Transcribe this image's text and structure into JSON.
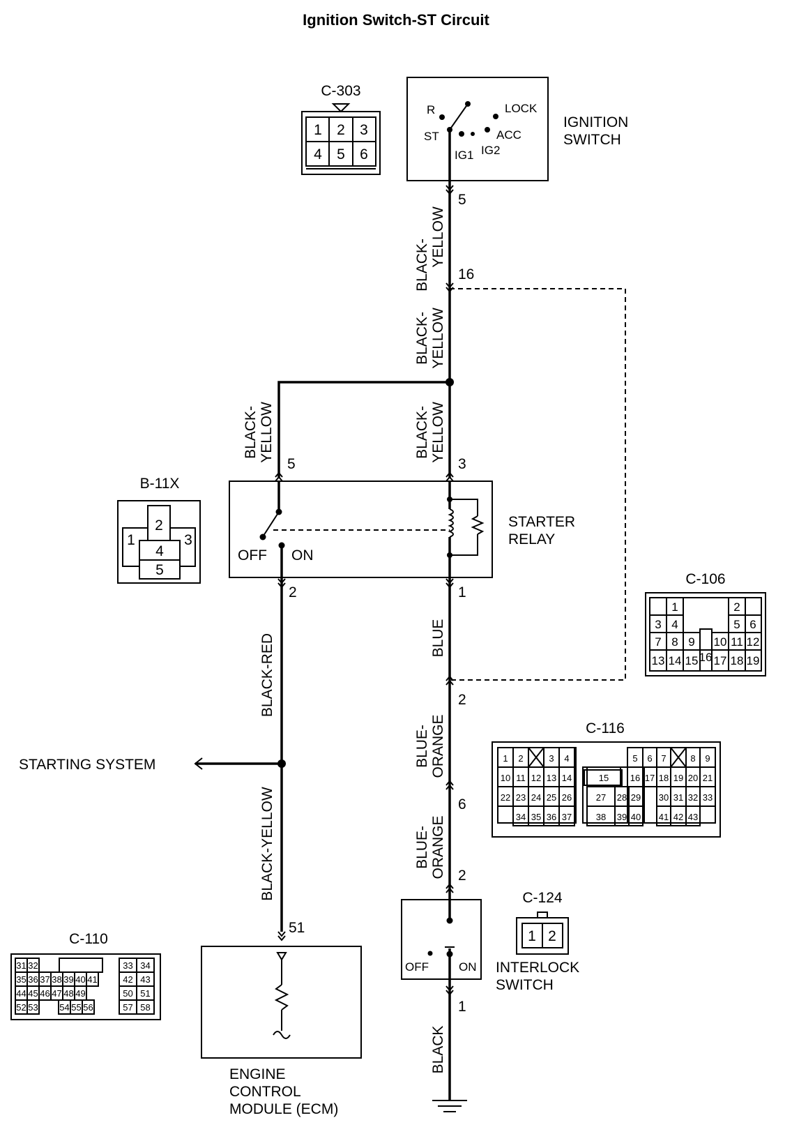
{
  "title": "Ignition Switch-ST Circuit",
  "components": {
    "ignition_switch": {
      "name_line1": "IGNITION",
      "name_line2": "SWITCH",
      "positions": [
        "R",
        "LOCK",
        "ST",
        "ACC",
        "IG1",
        "IG2"
      ]
    },
    "starter_relay": {
      "name_line1": "STARTER",
      "name_line2": "RELAY",
      "off": "OFF",
      "on": "ON"
    },
    "interlock_switch": {
      "name_line1": "INTERLOCK",
      "name_line2": "SWITCH",
      "off": "OFF",
      "on": "ON"
    },
    "ecm": {
      "name_line1": "ENGINE",
      "name_line2": "CONTROL",
      "name_line3": "MODULE (ECM)"
    },
    "starting_system": "STARTING SYSTEM"
  },
  "wires": {
    "w1_line1": "BLACK-",
    "w1_line2": "YELLOW",
    "w2_line1": "BLACK-",
    "w2_line2": "YELLOW",
    "w3_line1": "BLACK-",
    "w3_line2": "YELLOW",
    "w4_line1": "BLACK-",
    "w4_line2": "YELLOW",
    "w5": "BLUE",
    "w6_line1": "BLUE-",
    "w6_line2": "ORANGE",
    "w7_line1": "BLUE-",
    "w7_line2": "ORANGE",
    "w8": "BLACK",
    "w9": "BLACK-RED",
    "w10": "BLACK-YELLOW"
  },
  "pins": {
    "ign_out": "5",
    "c106_16": "16",
    "relay_3": "3",
    "relay_5": "5",
    "relay_1": "1",
    "relay_2": "2",
    "c116_2": "2",
    "c116_6": "6",
    "interlock_2": "2",
    "interlock_1": "1",
    "ecm_51": "51"
  },
  "connectors": {
    "c303": {
      "name": "C-303",
      "pins": [
        "1",
        "2",
        "3",
        "4",
        "5",
        "6"
      ]
    },
    "b11x": {
      "name": "B-11X",
      "pins": [
        "1",
        "2",
        "3",
        "4",
        "5"
      ]
    },
    "c106": {
      "name": "C-106",
      "pins": [
        "1",
        "2",
        "3",
        "4",
        "5",
        "6",
        "7",
        "8",
        "9",
        "10",
        "11",
        "12",
        "13",
        "14",
        "15",
        "16",
        "17",
        "18",
        "19"
      ]
    },
    "c116": {
      "name": "C-116",
      "pins": [
        "1",
        "2",
        "3",
        "4",
        "5",
        "6",
        "7",
        "8",
        "9",
        "10",
        "11",
        "12",
        "13",
        "14",
        "15",
        "16",
        "17",
        "18",
        "19",
        "20",
        "21",
        "22",
        "23",
        "24",
        "25",
        "26",
        "27",
        "28",
        "29",
        "30",
        "31",
        "32",
        "33",
        "34",
        "35",
        "36",
        "37",
        "38",
        "39",
        "40",
        "41",
        "42",
        "43"
      ]
    },
    "c124": {
      "name": "C-124",
      "pins": [
        "1",
        "2"
      ]
    },
    "c110": {
      "name": "C-110",
      "pins": [
        "31",
        "32",
        "33",
        "34",
        "35",
        "36",
        "37",
        "38",
        "39",
        "40",
        "41",
        "42",
        "43",
        "44",
        "45",
        "46",
        "47",
        "48",
        "49",
        "50",
        "51",
        "52",
        "53",
        "54",
        "55",
        "56",
        "57",
        "58"
      ]
    }
  }
}
